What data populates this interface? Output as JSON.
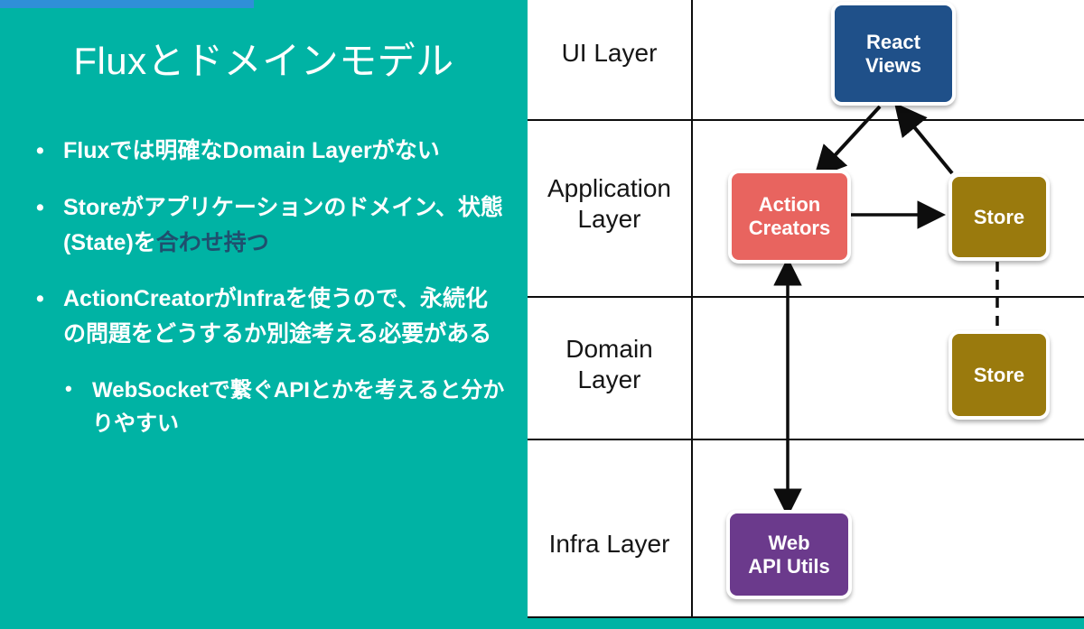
{
  "slide": {
    "title": "Fluxとドメインモデル",
    "background_color": "#00b3a4",
    "accent_color": "#2f8fd8"
  },
  "progress": {
    "label": "presentation-progress",
    "percent": 23
  },
  "bullets": [
    {
      "level": 1,
      "text": "Fluxでは明確なDomain Layerがない",
      "dim_text": ""
    },
    {
      "level": 1,
      "text": "Storeがアプリケーションのドメイン、状態(State)を",
      "dim_text": "合わせ持つ"
    },
    {
      "level": 1,
      "text": "ActionCreatorがInfraを使うので、永続化の問題をどうするか別途考える必要がある",
      "dim_text": ""
    },
    {
      "level": 2,
      "text": "WebSocketで繋ぐAPIとかを考えると分かりやすい",
      "dim_text": ""
    }
  ],
  "diagram": {
    "layers": [
      {
        "name": "UI Layer",
        "label": "UI Layer"
      },
      {
        "name": "Application Layer",
        "label": "Application\nLayer"
      },
      {
        "name": "Domain Layer",
        "label": "Domain\nLayer"
      },
      {
        "name": "Infra Layer",
        "label": "Infra Layer"
      }
    ],
    "nodes": [
      {
        "id": "react-views",
        "label": "React\nViews",
        "color": "#1f5089",
        "layer": "UI Layer"
      },
      {
        "id": "action-creators",
        "label": "Action\nCreators",
        "color": "#e8645f",
        "layer": "Application Layer"
      },
      {
        "id": "store-app",
        "label": "Store",
        "color": "#9a7a0d",
        "layer": "Application Layer"
      },
      {
        "id": "store-domain",
        "label": "Store",
        "color": "#9a7a0d",
        "layer": "Domain Layer"
      },
      {
        "id": "web-api-utils",
        "label": "Web\nAPI Utils",
        "color": "#6b3a8c",
        "layer": "Infra Layer"
      }
    ],
    "edges": [
      {
        "from": "react-views",
        "to": "action-creators",
        "style": "solid",
        "arrows": "end"
      },
      {
        "from": "action-creators",
        "to": "store-app",
        "style": "solid",
        "arrows": "end"
      },
      {
        "from": "store-app",
        "to": "react-views",
        "style": "solid",
        "arrows": "end"
      },
      {
        "from": "store-app",
        "to": "store-domain",
        "style": "dashed",
        "arrows": "none"
      },
      {
        "from": "web-api-utils",
        "to": "action-creators",
        "style": "solid",
        "arrows": "both"
      }
    ]
  }
}
